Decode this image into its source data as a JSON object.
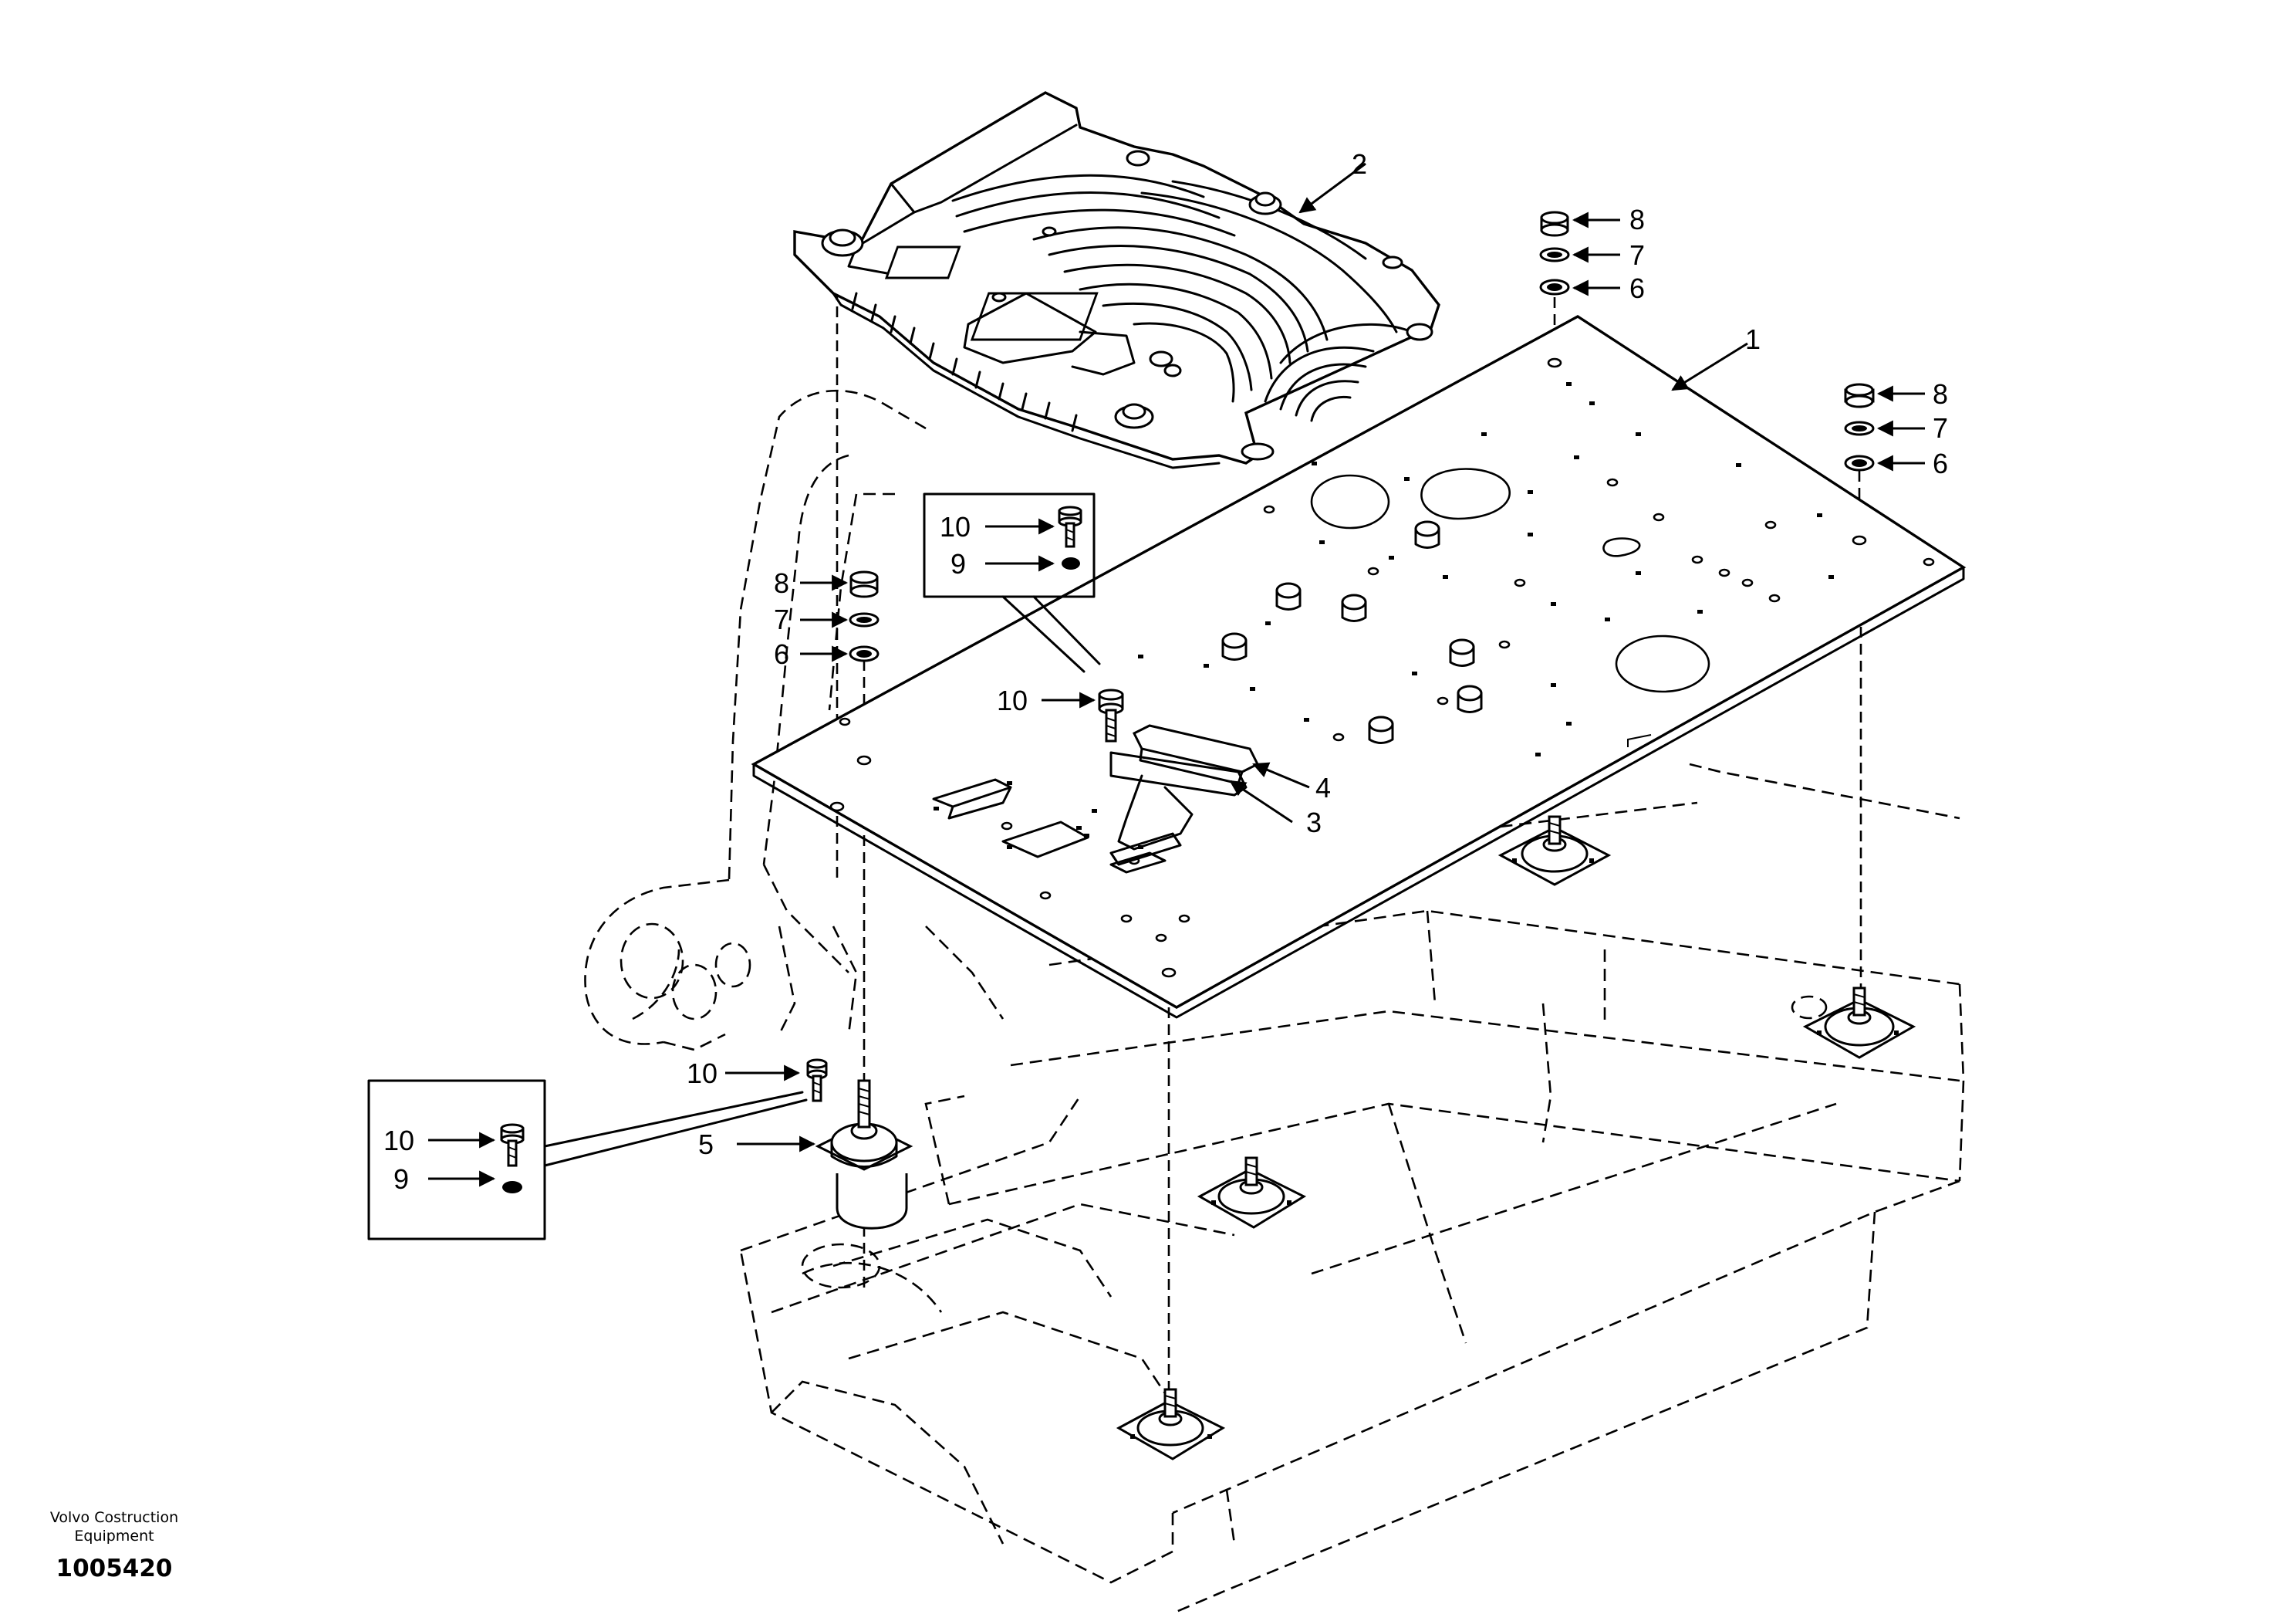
{
  "callouts": {
    "n1": "1",
    "n2": "2",
    "n3": "3",
    "n4": "4",
    "n5": "5",
    "n6": "6",
    "n7": "7",
    "n8": "8",
    "n9": "9",
    "n10": "10"
  },
  "footer": {
    "brand_line1": "Volvo Costruction",
    "brand_line2": "Equipment",
    "document_number": "1005420"
  },
  "colors": {
    "ink": "#000000",
    "paper": "#ffffff"
  }
}
